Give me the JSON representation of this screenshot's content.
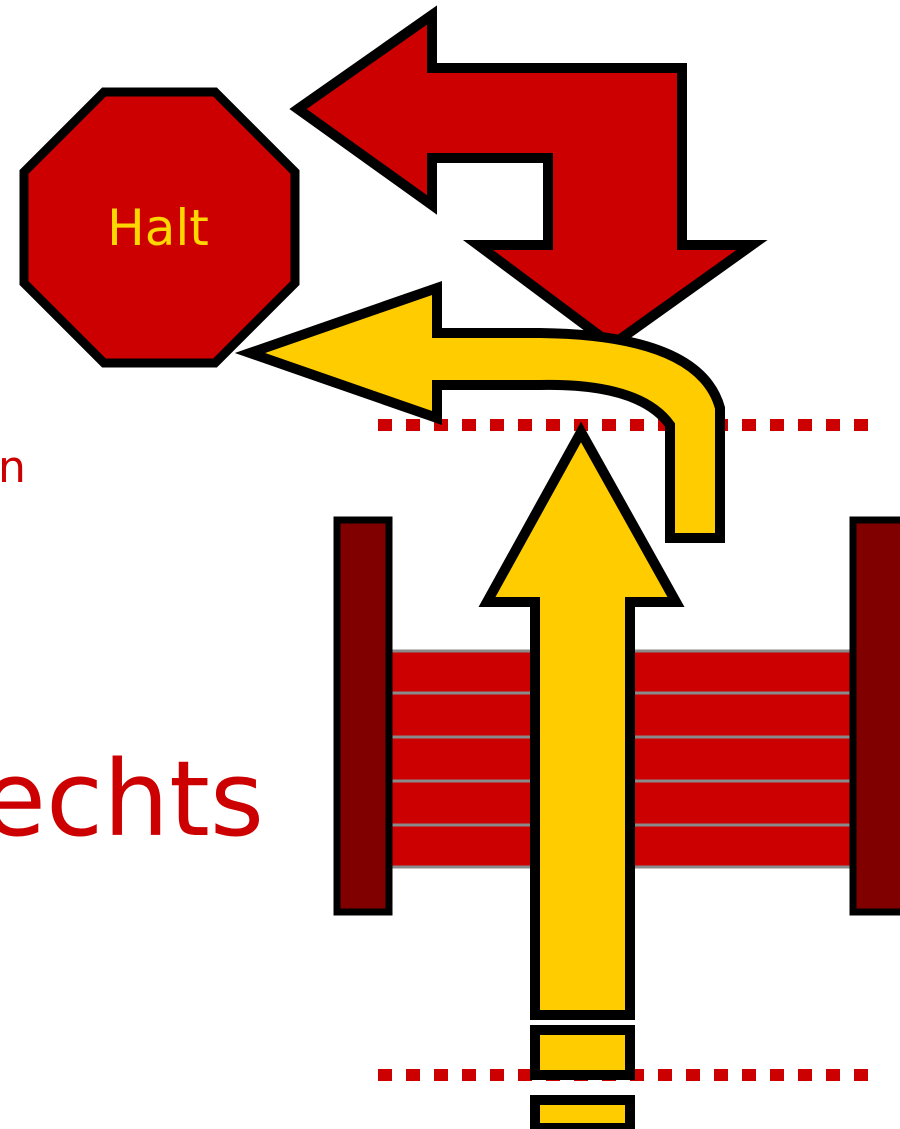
{
  "stop_sign": {
    "label": "Halt",
    "text_color": "#ffd700",
    "fill": "#cc0000"
  },
  "side_text": {
    "top_fragment": "n",
    "main_fragment": "echts",
    "color": "#cc0000"
  },
  "colors": {
    "red": "#cc0000",
    "dark_red": "#800000",
    "yellow": "#ffcc00",
    "outline": "#000000",
    "stripe_line": "#8a8a8a"
  },
  "icons": [
    "stop-sign-icon",
    "u-turn-arrow-icon",
    "turn-left-arrow-icon",
    "straight-arrow-icon"
  ]
}
